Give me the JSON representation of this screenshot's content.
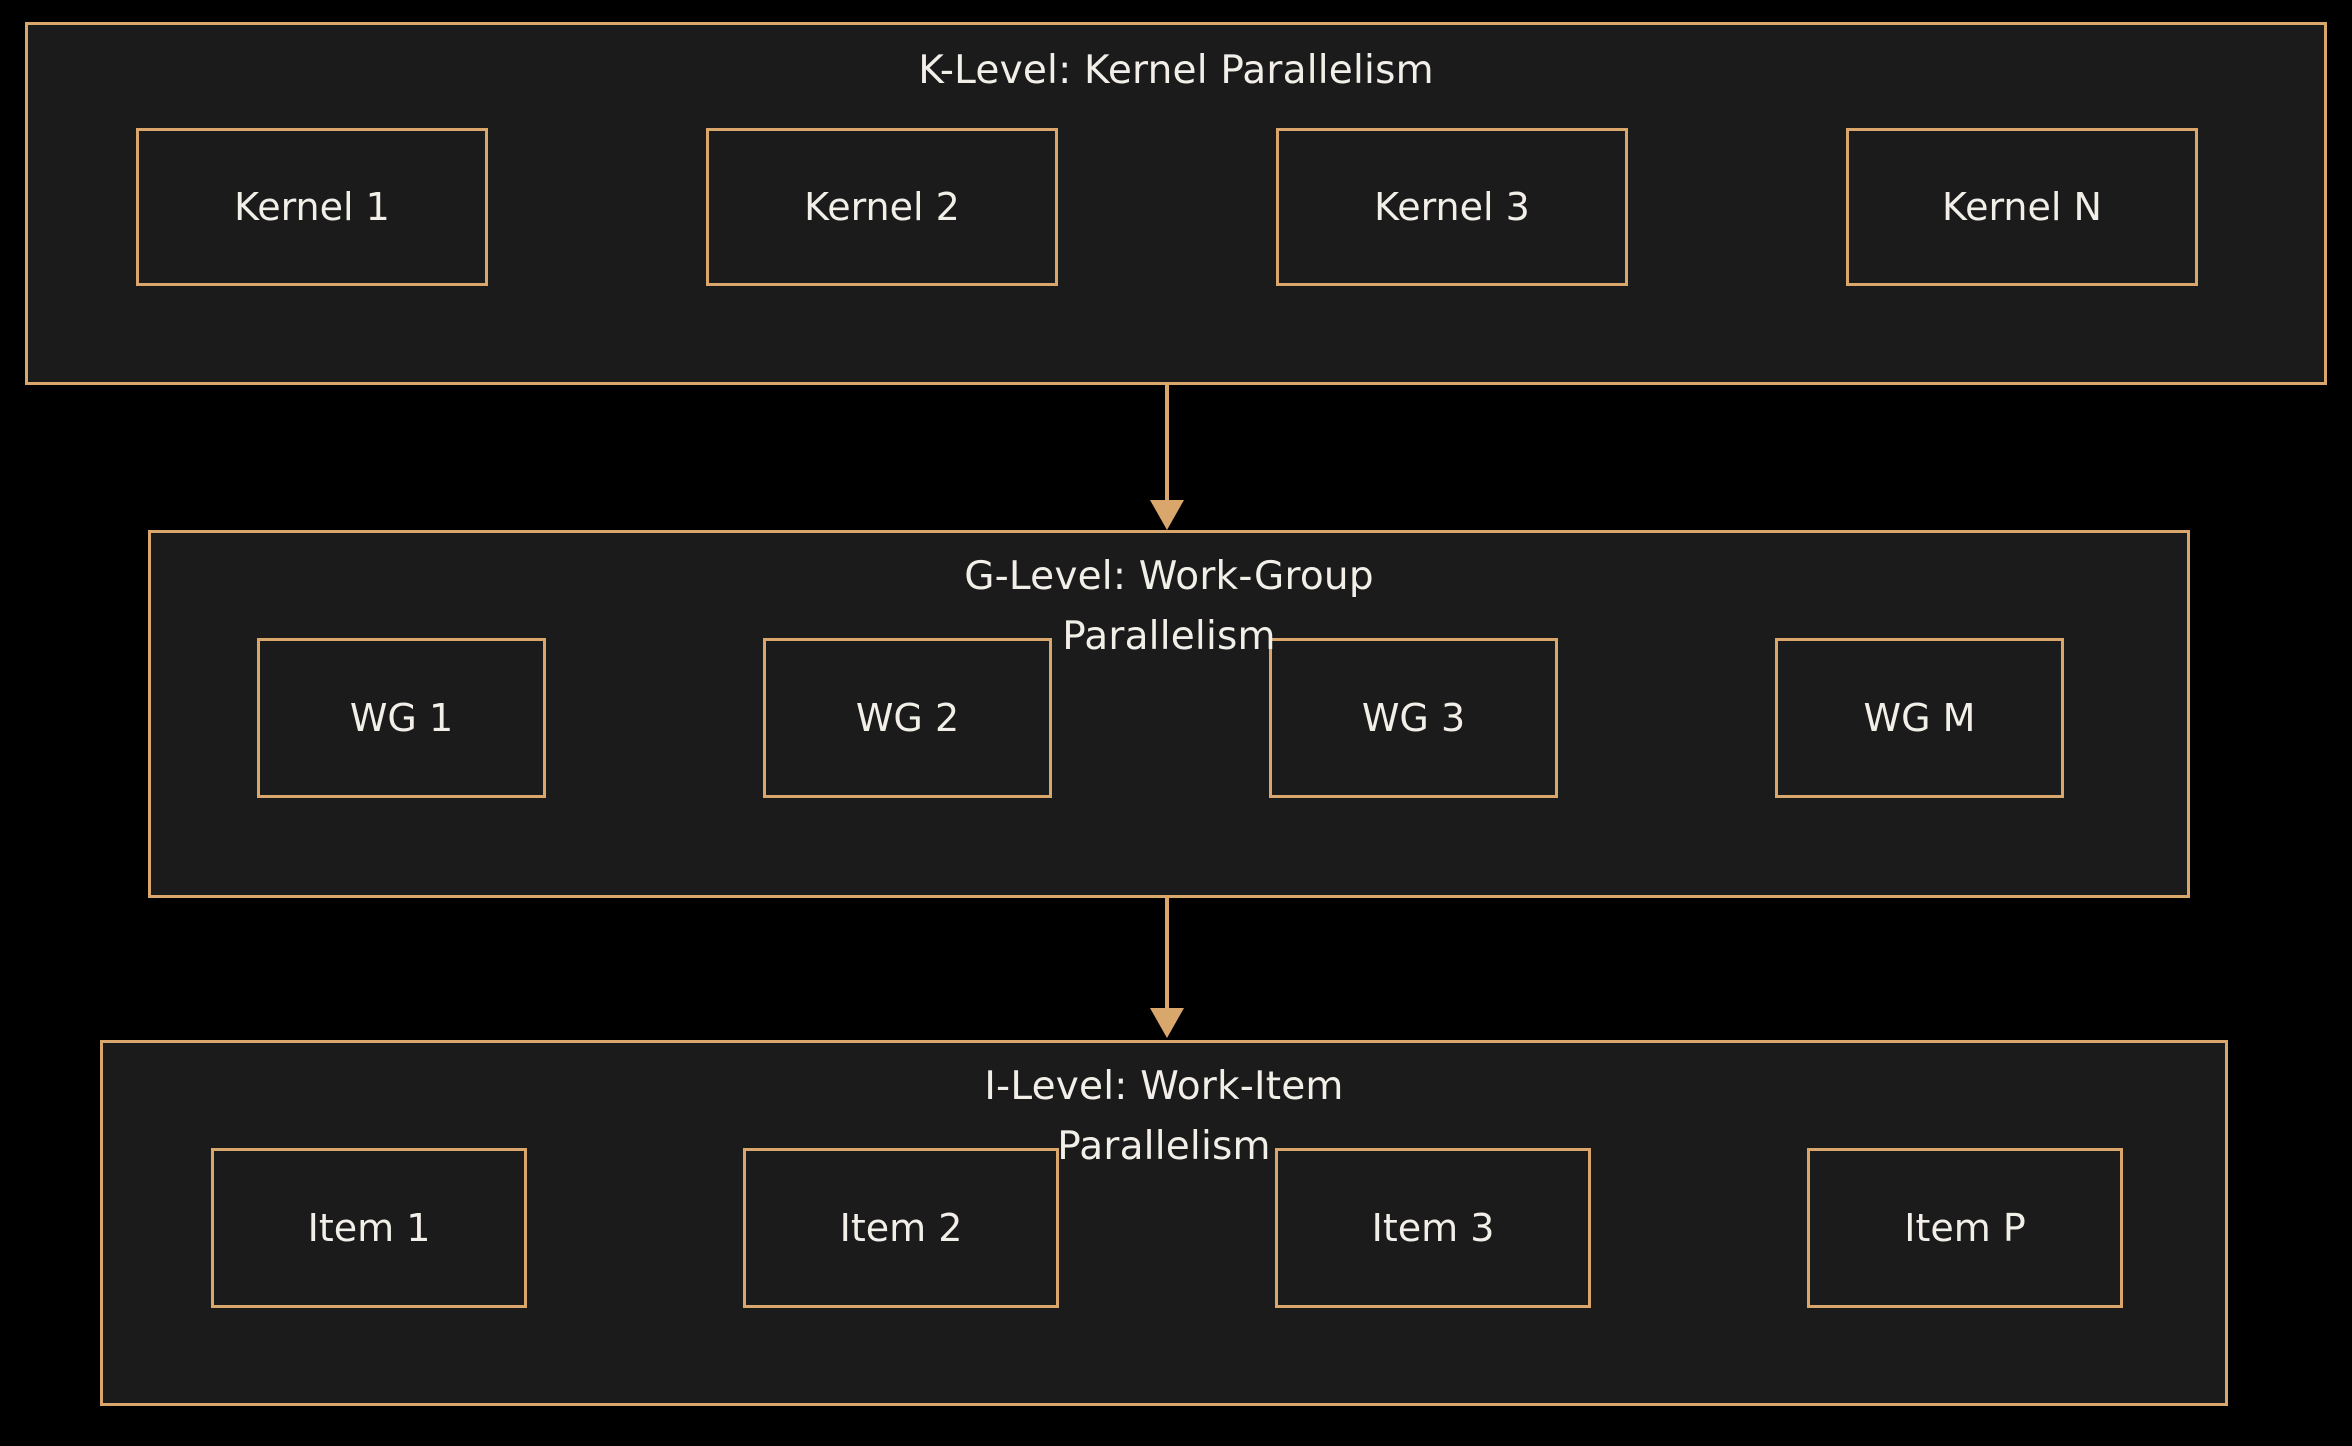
{
  "diagram": {
    "background_color": "#000000",
    "panel_color": "#1b1b1b",
    "border_color": "#d9a66c",
    "text_color": "#f2efe9",
    "levels": [
      {
        "id": "k-level",
        "title": "K-Level: Kernel Parallelism",
        "nodes": [
          {
            "label": "Kernel 1"
          },
          {
            "label": "Kernel 2"
          },
          {
            "label": "Kernel 3"
          },
          {
            "label": "Kernel N"
          }
        ]
      },
      {
        "id": "g-level",
        "title": "G-Level: Work-Group Parallelism",
        "nodes": [
          {
            "label": "WG 1"
          },
          {
            "label": "WG 2"
          },
          {
            "label": "WG 3"
          },
          {
            "label": "WG M"
          }
        ]
      },
      {
        "id": "i-level",
        "title": "I-Level: Work-Item Parallelism",
        "nodes": [
          {
            "label": "Item 1"
          },
          {
            "label": "Item 2"
          },
          {
            "label": "Item 3"
          },
          {
            "label": "Item P"
          }
        ]
      }
    ],
    "connectors": [
      {
        "id": "k-to-g",
        "from": "k-level",
        "to": "g-level",
        "style": "arrow-down"
      },
      {
        "id": "g-to-i",
        "from": "g-level",
        "to": "i-level",
        "style": "arrow-down"
      }
    ]
  }
}
